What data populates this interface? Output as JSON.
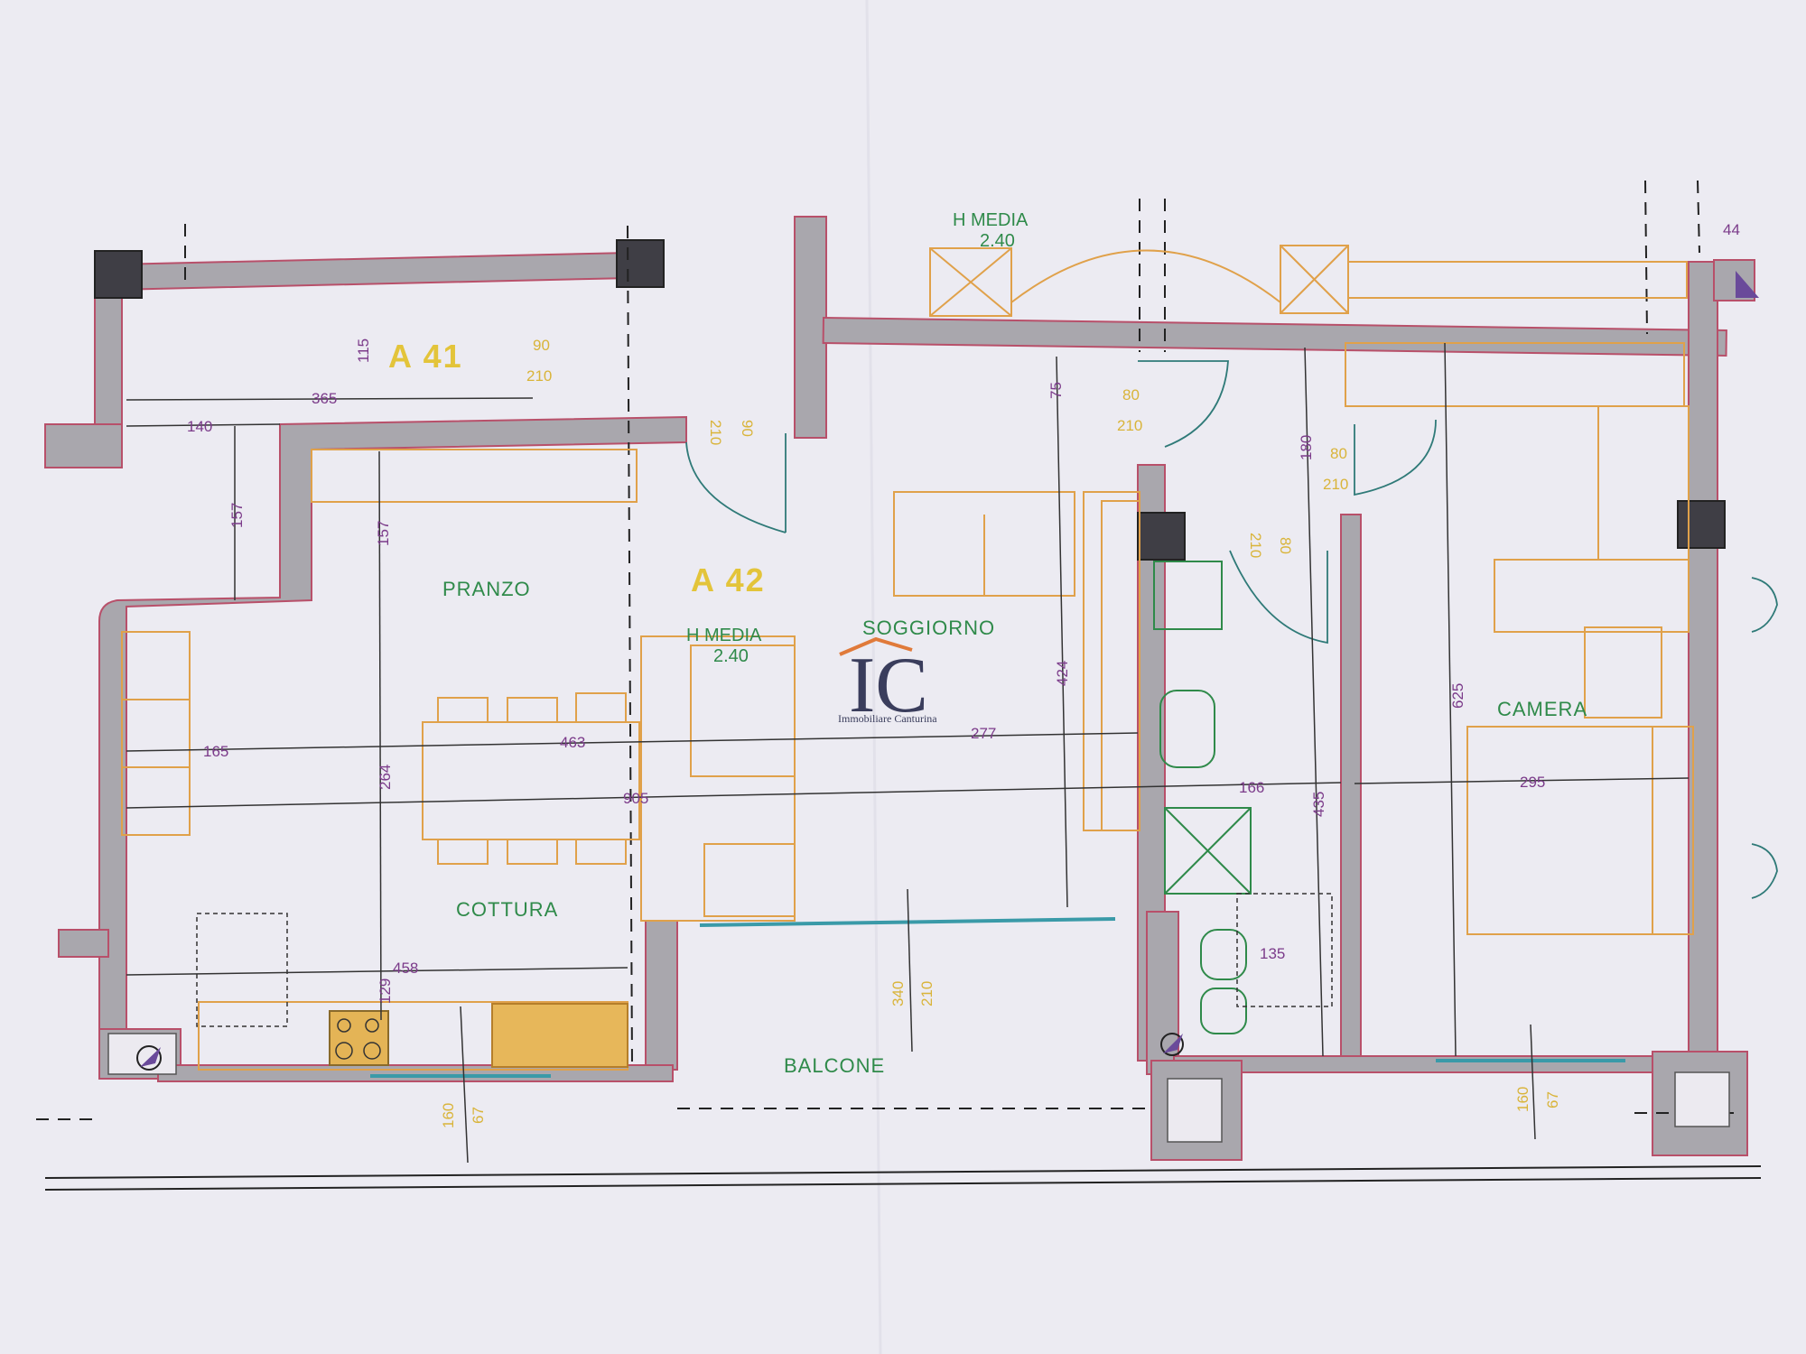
{
  "units": {
    "a41": "A 41",
    "a42": "A 42"
  },
  "rooms": {
    "pranzo": "PRANZO",
    "cottura": "COTTURA",
    "soggiorno": "SOGGIORNO",
    "camera": "CAMERA",
    "balcone": "BALCONE"
  },
  "height_labels": {
    "top": {
      "label": "H MEDIA",
      "value": "2.40"
    },
    "center": {
      "label": "H MEDIA",
      "value": "2.40"
    }
  },
  "logo": {
    "mark": "IC",
    "subtitle": "Immobiliare Canturina"
  },
  "dimensions_purple": {
    "d365": "365",
    "d140": "140",
    "d115": "115",
    "d157a": "157",
    "d157b": "157",
    "d165": "165",
    "d463": "463",
    "d277": "277",
    "d905": "905",
    "d264": "264",
    "d458": "458",
    "d129": "129",
    "d424": "424",
    "d75": "75",
    "d180": "180",
    "d166": "166",
    "d295": "295",
    "d435": "435",
    "d625": "625",
    "d135": "135",
    "d44": "44"
  },
  "dimensions_yellow": {
    "w90a": "90",
    "h210a": "210",
    "h210b": "210",
    "w90b": "90",
    "w80a": "80",
    "h210c": "210",
    "w80b": "80",
    "h210d": "210",
    "h210e": "210",
    "w80c": "80",
    "h340": "340",
    "h210f": "210",
    "h160a": "160",
    "w67a": "67",
    "h160b": "160",
    "w67b": "67"
  },
  "colors": {
    "paper": "#ecebf2",
    "wall_fill": "#a9a7ad",
    "wall_edge": "#b8506a",
    "room_label": "#2f8a4a",
    "dimension_purple": "#7b3b8a",
    "dimension_yellow": "#d9b43a",
    "furniture": "#e0a14a",
    "unit_label": "#e3c43a"
  }
}
